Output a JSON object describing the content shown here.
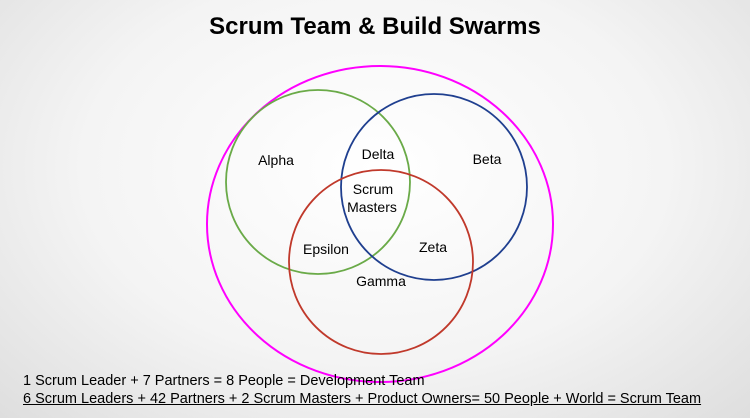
{
  "title": "Scrum Team & Build Swarms",
  "colors": {
    "outer": "#ff00ff",
    "alpha": "#6aaa48",
    "beta": "#1f3f8f",
    "gamma": "#c0392b"
  },
  "regions": {
    "alpha": "Alpha",
    "beta": "Beta",
    "delta": "Delta",
    "scrum_masters_line1": "Scrum",
    "scrum_masters_line2": "Masters",
    "epsilon": "Epsilon",
    "zeta": "Zeta",
    "gamma": "Gamma"
  },
  "footer": {
    "line1": "1 Scrum Leader + 7 Partners = 8 People = Development Team",
    "line2": "6 Scrum Leaders + 42 Partners + 2 Scrum Masters + Product Owners= 50 People + World = Scrum Team"
  }
}
